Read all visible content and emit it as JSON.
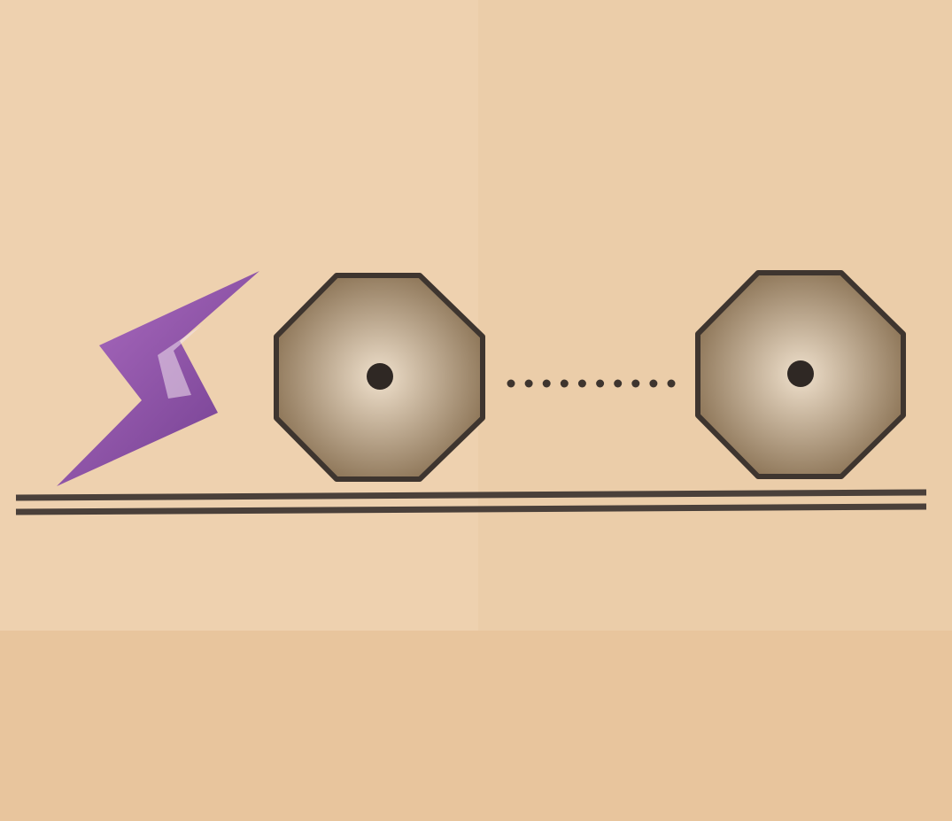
{
  "diagram": {
    "background": {
      "paper_color": "#ebcaa4",
      "paper_light_color": "#efd4b3",
      "paper_dark_color": "#e6c29a"
    },
    "impulse_icon": {
      "name": "lightning-bolt-icon",
      "color_dark": "#6e3b8c",
      "color_light": "#b06fc4"
    },
    "bodies": [
      {
        "name": "octagon-block-left",
        "fill_outer": "#8b7355",
        "fill_inner": "#efe0cc",
        "stroke": "#3e352f"
      },
      {
        "name": "octagon-block-right",
        "fill_outer": "#8b7355",
        "fill_inner": "#efe0cc",
        "stroke": "#3e352f"
      }
    ],
    "center_dot_color": "#2f2824",
    "connector": {
      "style": "dotted",
      "dot_count": 10,
      "color": "#3e352f"
    },
    "ground": {
      "style": "double-line",
      "color": "#4a403a"
    }
  }
}
